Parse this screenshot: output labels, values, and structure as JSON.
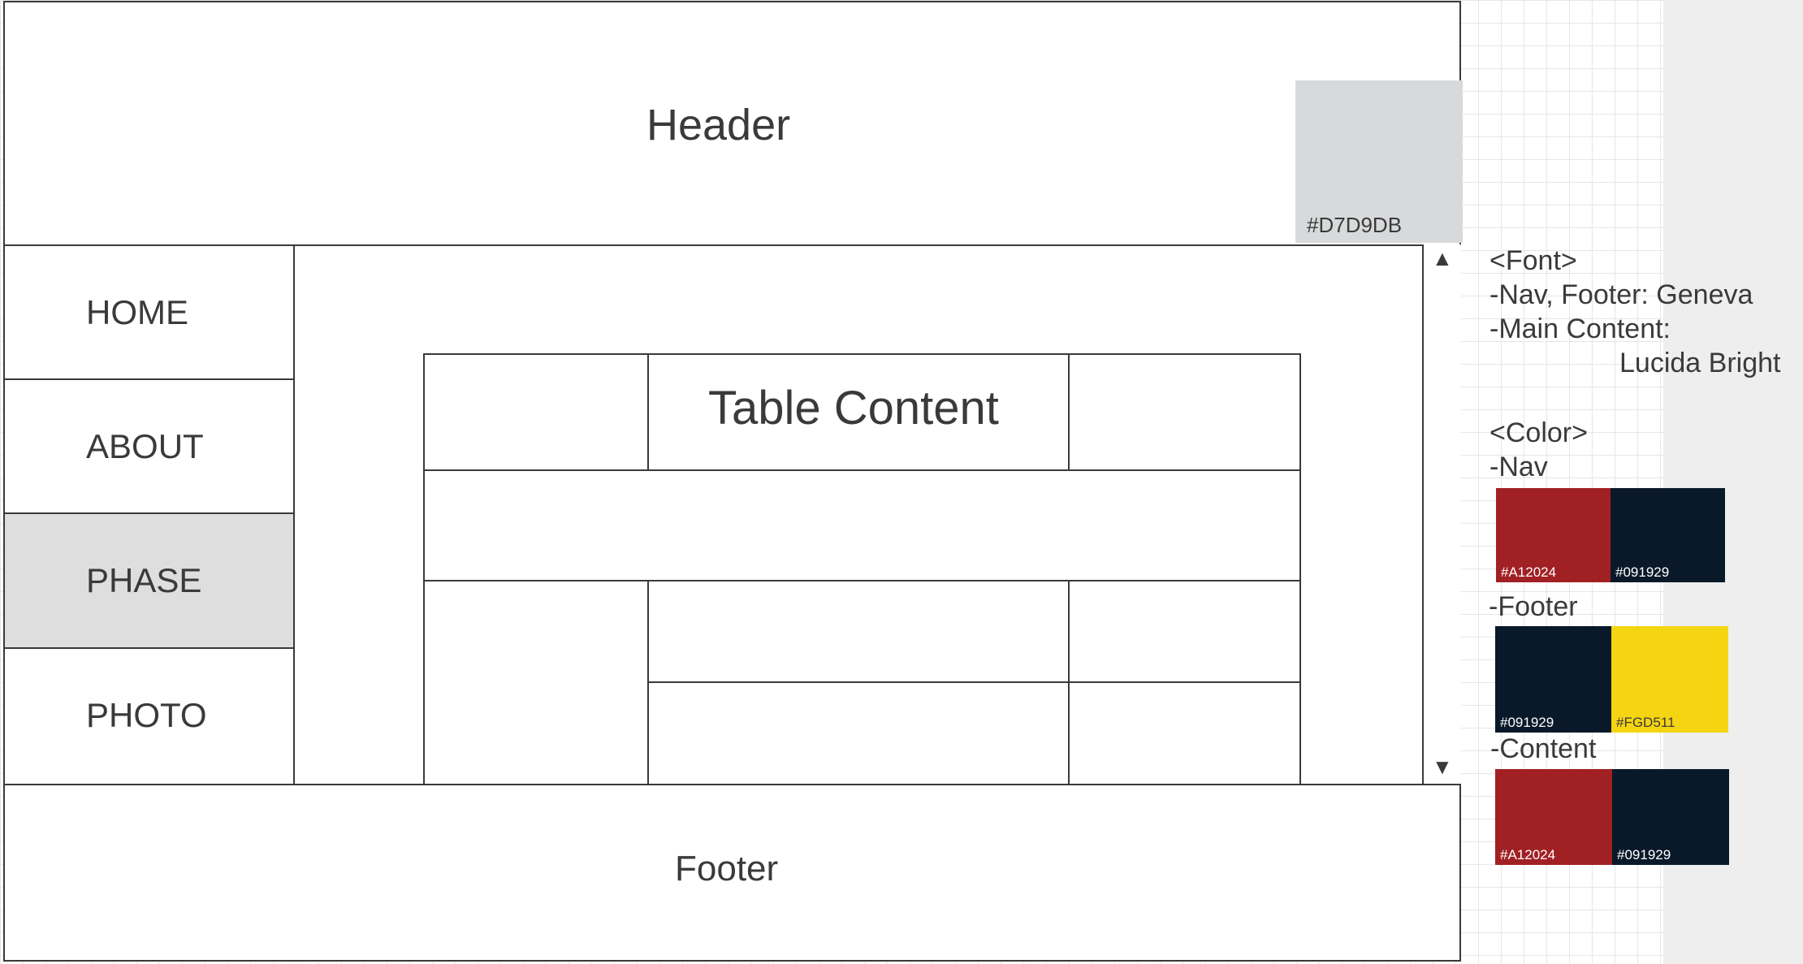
{
  "wireframe": {
    "header": {
      "title": "Header",
      "swatch": {
        "color": "#D7D9DB",
        "label": "#D7D9DB"
      }
    },
    "nav": {
      "items": [
        {
          "label": "HOME",
          "active": false
        },
        {
          "label": "ABOUT",
          "active": false
        },
        {
          "label": "PHASE",
          "active": true
        },
        {
          "label": "PHOTO",
          "active": false
        }
      ]
    },
    "main": {
      "table_title": "Table Content",
      "scroll_up": "▲",
      "scroll_down": "▼"
    },
    "footer": {
      "title": "Footer"
    }
  },
  "notes": {
    "font_heading": "<Font>",
    "font_nav_footer": "-Nav, Footer: Geneva",
    "font_main_content": "-Main Content:",
    "font_main_content_value": "Lucida Bright",
    "color_heading": "<Color>",
    "nav_label": "-Nav",
    "nav_colors": [
      {
        "hex": "#A12024",
        "label": "#A12024"
      },
      {
        "hex": "#091929",
        "label": "#091929"
      }
    ],
    "footer_label": "-Footer",
    "footer_colors": [
      {
        "hex": "#091929",
        "label": "#091929"
      },
      {
        "hex": "#F5D511",
        "label": "#FGD511"
      }
    ],
    "content_label": "-Content",
    "content_colors": [
      {
        "hex": "#A12024",
        "label": "#A12024"
      },
      {
        "hex": "#091929",
        "label": "#091929"
      }
    ]
  }
}
